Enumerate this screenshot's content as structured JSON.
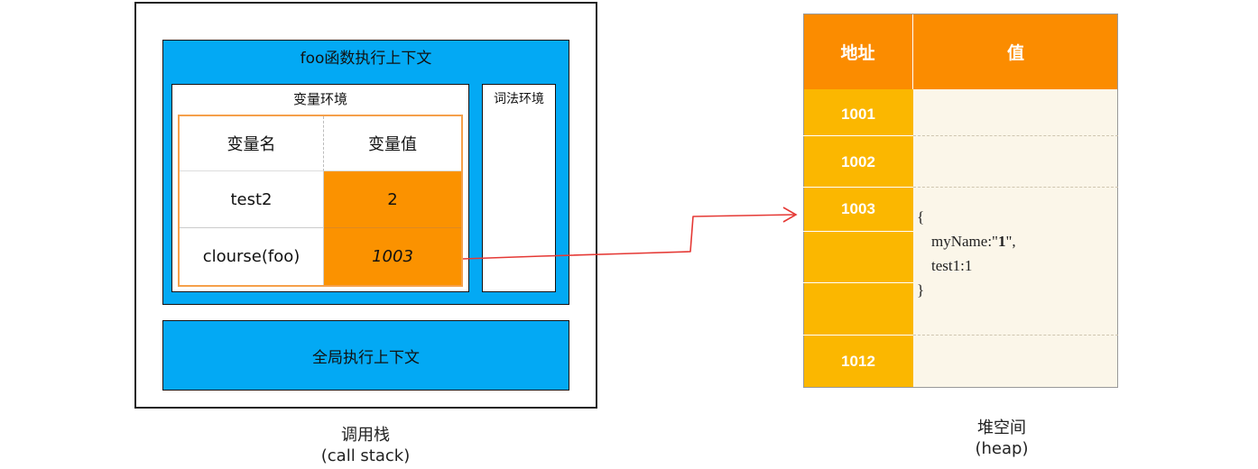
{
  "call_stack": {
    "foo_context_title": "foo函数执行上下文",
    "variable_env_title": "变量环境",
    "lexical_env_title": "词法环境",
    "table": {
      "headers": [
        "变量名",
        "变量值"
      ],
      "rows": [
        {
          "name": "test2",
          "value": "2"
        },
        {
          "name": "clourse(foo)",
          "value": "1003"
        }
      ]
    },
    "global_context_title": "全局执行上下文",
    "caption": "调用栈",
    "caption_en": "(call stack)"
  },
  "heap": {
    "headers": [
      "地址",
      "值"
    ],
    "addresses": [
      "1001",
      "1002",
      "1003",
      "1012"
    ],
    "object": {
      "open": "{",
      "line1_key": "myName:\"",
      "line1_value": "1",
      "line1_end": "\",",
      "line2": "test1:1",
      "close": "}"
    },
    "caption": "堆空间",
    "caption_en": "(heap)"
  },
  "colors": {
    "context_blue": "#03a9f4",
    "value_orange": "#fb9200",
    "heap_header": "#fb8c00",
    "heap_address": "#fbb700",
    "arrow_red": "#e53935"
  }
}
